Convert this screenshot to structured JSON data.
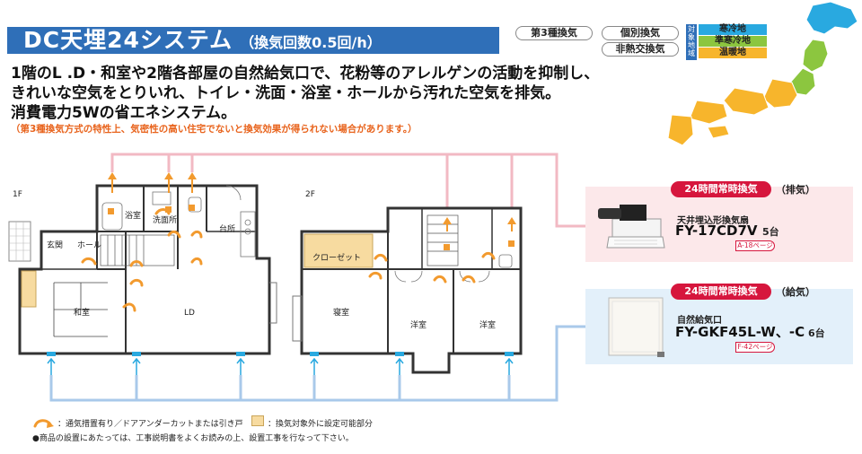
{
  "header": {
    "title": "DC天埋24システム",
    "subtitle": "（換気回数0.5回/h）"
  },
  "tags": {
    "type3": "第3種換気",
    "individual": "個別換気",
    "non_heat": "非熱交換気"
  },
  "regions": {
    "vertical_label": "対象地域",
    "items": [
      {
        "label": "寒冷地",
        "color": "#29a9e0"
      },
      {
        "label": "準寒冷地",
        "color": "#8cc63f"
      },
      {
        "label": "温暖地",
        "color": "#f7b52c"
      }
    ]
  },
  "description": {
    "line1": "1階のL .D・和室や2階各部屋の自然給気口で、花粉等のアレルゲンの活動を抑制し、",
    "line2": "きれいな空気をとりいれ、トイレ・洗面・浴室・ホールから汚れた空気を排気。",
    "line3": "消費電力5Wの省エネシステム。",
    "note": "（第3種換気方式の特性上、気密性の高い住宅でないと換気効果が得られない場合があります。）"
  },
  "floor1": {
    "label": "1F",
    "rooms": {
      "bath": "浴室",
      "washroom": "洗面所",
      "kitchen": "台所",
      "entrance": "玄関",
      "hall": "ホール",
      "japanese": "和室",
      "ld": "LD"
    }
  },
  "floor2": {
    "label": "2F",
    "rooms": {
      "closet": "クローゼット",
      "bedroom": "寝室",
      "western1": "洋室",
      "western2": "洋室"
    }
  },
  "products": {
    "exhaust": {
      "pill": "24時間常時換気",
      "side": "（排気）",
      "name": "天井埋込形換気扇",
      "model": "FY-17CD7V",
      "qty": "5台",
      "ref": "A-18ページ"
    },
    "supply": {
      "pill": "24時間常時換気",
      "side": "（給気）",
      "name": "自然給気口",
      "model": "FY-GKF45L-W、-C",
      "qty": "6台",
      "ref": "F-42ページ"
    }
  },
  "legend": {
    "arrow_text": "：通気措置有り／ドアアンダーカットまたは引き戸",
    "area_text": "：換気対象外に設定可能部分",
    "footnote": "●商品の設置にあたっては、工事説明書をよくお読みの上、設置工事を行なって下さい。"
  },
  "colors": {
    "brand_blue": "#2f6fb8",
    "exhaust_line": "#f2b9c3",
    "supply_line": "#a9c9ea",
    "airflow_arrow": "#f29a2e",
    "accent_red": "#d6163d",
    "closet_fill": "#f7dba0"
  }
}
